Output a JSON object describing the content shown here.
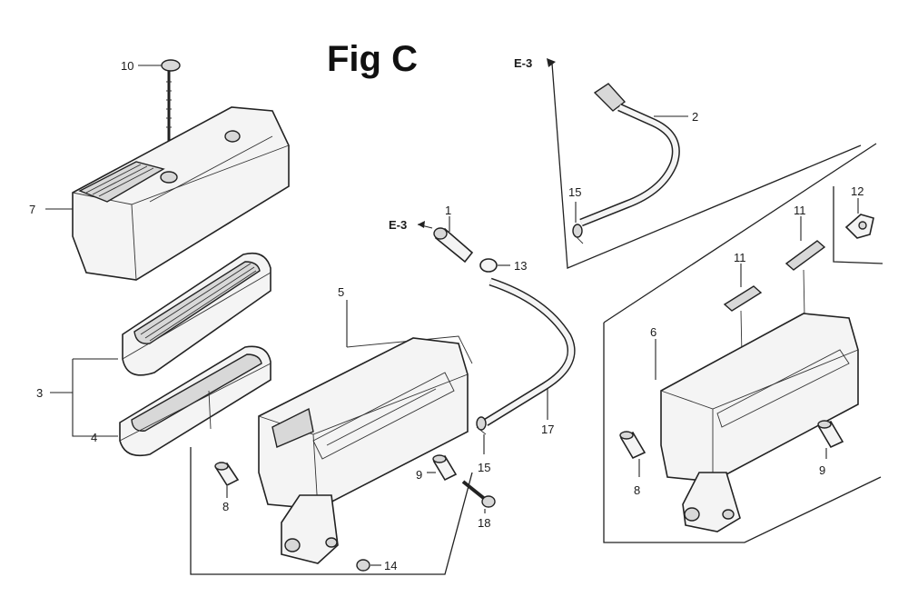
{
  "figure": {
    "title": "Fig C"
  },
  "references": {
    "e3_top": "E-3",
    "e3_mid": "E-3"
  },
  "callouts": {
    "c10": "10",
    "c7": "7",
    "c3": "3",
    "c4": "4",
    "c8_left": "8",
    "c5": "5",
    "c1": "1",
    "c13": "13",
    "c9_mid": "9",
    "c15_mid": "15",
    "c17": "17",
    "c18": "18",
    "c14": "14",
    "c2": "2",
    "c15_top": "15",
    "c12": "12",
    "c11_a": "11",
    "c11_b": "11",
    "c6": "6",
    "c8_right": "8",
    "c9_right": "9"
  }
}
